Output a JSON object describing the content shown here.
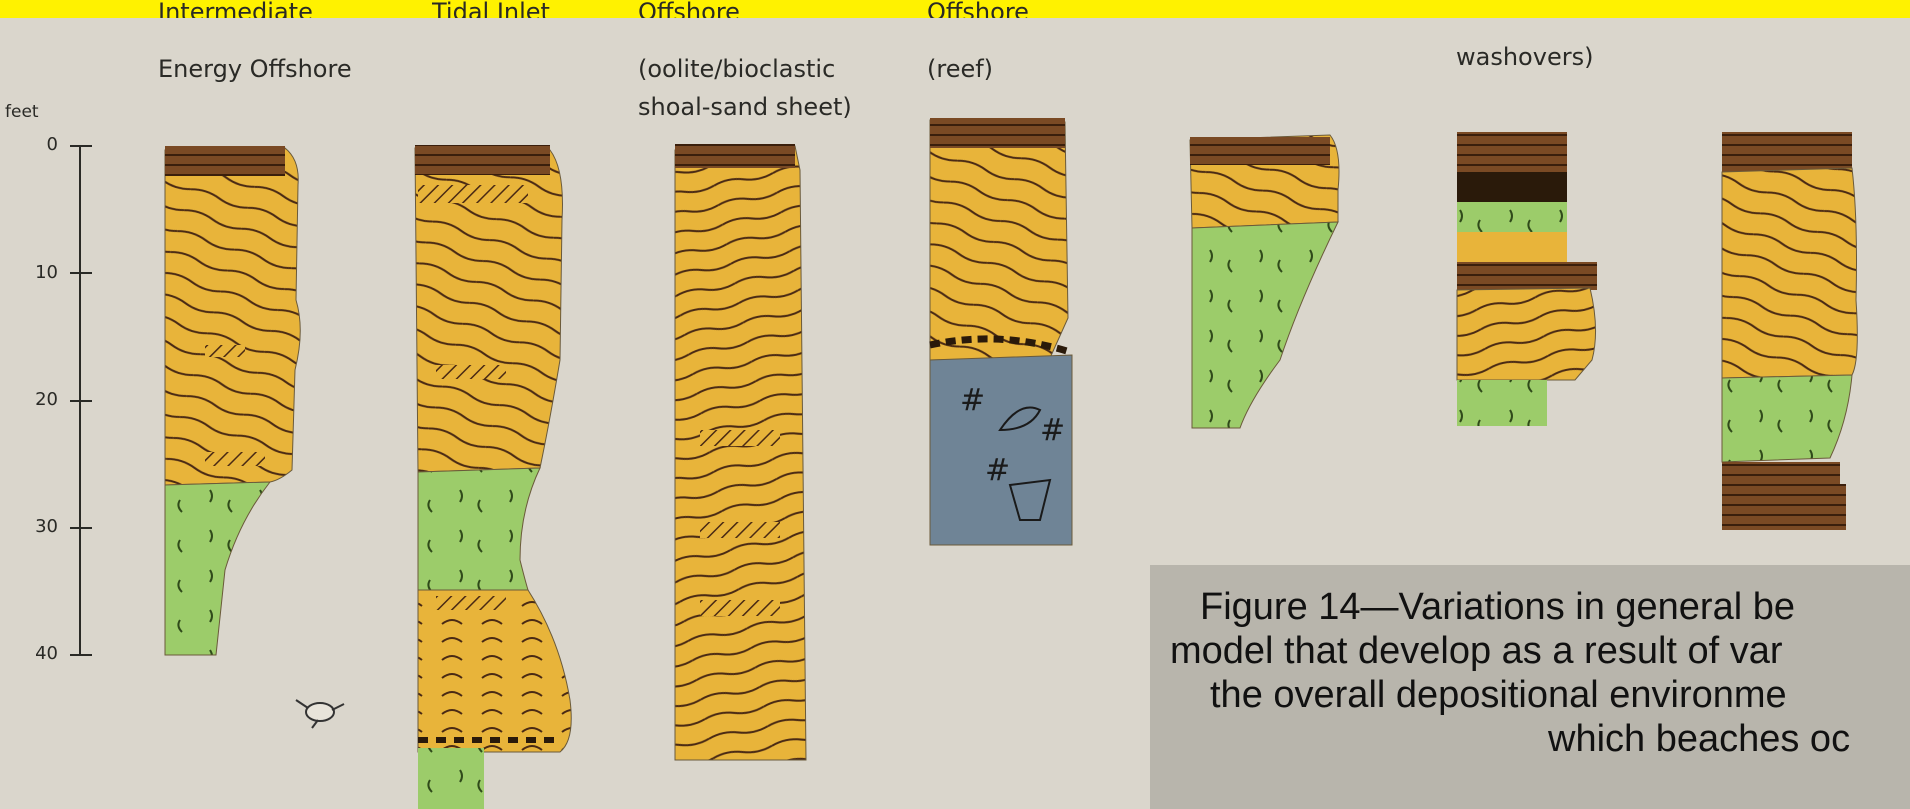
{
  "column_labels": [
    {
      "id": "intermediate-energy-offshore",
      "lines": [
        "Intermediate",
        "Energy Offshore"
      ]
    },
    {
      "id": "tidal-inlet",
      "lines": [
        "Tidal Inlet"
      ]
    },
    {
      "id": "offshore-oolite",
      "lines": [
        "Offshore",
        "(oolite/bioclastic",
        "shoal-sand sheet)"
      ]
    },
    {
      "id": "offshore-reef",
      "lines": [
        "Offshore",
        "(reef)"
      ]
    },
    {
      "id": "column-5",
      "lines": [
        ""
      ]
    },
    {
      "id": "washovers",
      "lines": [
        "",
        "washovers)"
      ]
    },
    {
      "id": "column-7",
      "lines": [
        ""
      ]
    }
  ],
  "depth_axis": {
    "unit": "feet",
    "ticks": [
      "0",
      "10",
      "20",
      "30",
      "40"
    ]
  },
  "caption": {
    "lines": [
      "Figure 14—Variations in general be",
      "model that develop as a result of var",
      "the overall depositional environme",
      "which beaches oc"
    ]
  },
  "colors": {
    "sand": "#e8b43a",
    "lagoon": "#9ccc6a",
    "reef": "#6f8496",
    "soil": "#7a4a24",
    "ink": "#4a2a14",
    "highlight_band": "#fff200"
  }
}
